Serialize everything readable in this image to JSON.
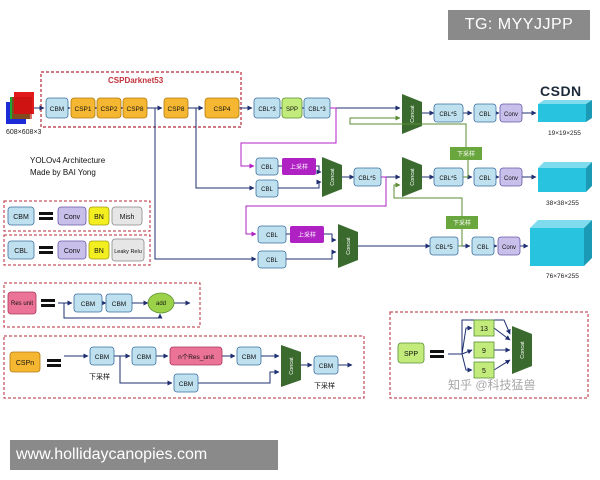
{
  "watermark_top": "TG: MYYJJPP",
  "watermark_bottom": "www.hollidaycanopies.com",
  "watermark_zhihu": "知乎 @科技猛兽",
  "csdn_logo": "CSDN",
  "input_label": "608×608×3",
  "title_line1": "YOLOv4 Architecture",
  "title_line2": "Made by BAI Yong",
  "backbone_label": "CSPDarknet53",
  "backbone_blocks": [
    "CBM",
    "CSP1",
    "CSP2",
    "CSP8",
    "CSP8",
    "CSP4"
  ],
  "neck": {
    "cbl3": "CBL*3",
    "spp": "SPP",
    "cbl": "CBL",
    "cbl5": "CBL*5",
    "conv": "Conv",
    "concat": "Concat",
    "upsample": "上采样",
    "downsample": "下采样"
  },
  "outputs": [
    "19×19×255",
    "38×38×255",
    "76×76×255"
  ],
  "legend": {
    "cbm": {
      "name": "CBM",
      "parts": [
        "Conv",
        "BN",
        "Mish"
      ]
    },
    "cbl": {
      "name": "CBL",
      "parts": [
        "Conv",
        "BN",
        "Leaky Relu"
      ]
    },
    "res": {
      "name": "Res unit",
      "parts": [
        "CBM",
        "CBM",
        "add"
      ]
    },
    "cspn": {
      "name": "CSPn",
      "parts": [
        "CBM",
        "CBM",
        "n个Res_unit",
        "CBM",
        "Concat",
        "CBM",
        "CBM"
      ],
      "down": "下采样"
    },
    "spp": {
      "name": "SPP",
      "kernels": [
        "13",
        "9",
        "5"
      ],
      "concat": "Concat"
    }
  },
  "colors": {
    "cbm": "#bfe0ee",
    "csp": "#f5b731",
    "spp_block": "#c2eb7c",
    "res": "#ea7397",
    "upsample": "#b021c4",
    "concat": "#3a6a2e",
    "downsample": "#6aa63e",
    "output": "#27c3df",
    "dashed": "#b8283a",
    "arrow": "#1f2f70"
  }
}
